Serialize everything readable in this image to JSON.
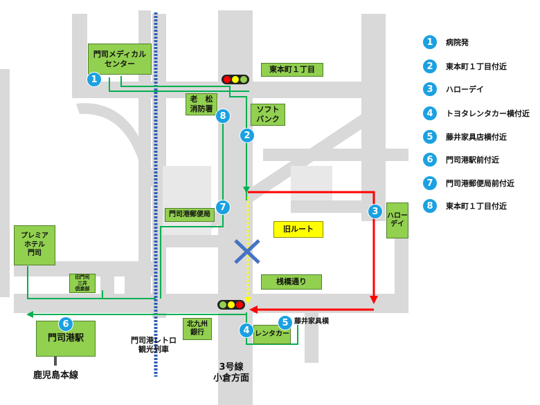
{
  "places": {
    "medical_center": "門司メディカル\nセンター",
    "higashi_honmachi": "東本町１丁目",
    "fire_station": "老　松\n消防署",
    "softbank": "ソフト\nバンク",
    "post_office": "門司港郵便局",
    "hello_day": "ハロー\nデイ",
    "premier_hotel": "プレミア\nホテル\n門司",
    "former_station": "旧門司\n三井\n倶楽部",
    "kitakyushu_bank": "北九州\n銀行",
    "rental_car": "レンタカー",
    "mojiko_station": "門司港駅",
    "old_route": "旧ルート",
    "sankyo_street": "桟橋通り",
    "fujii_furniture": "藤井家具横",
    "retro_train": "門司港レトロ\n観光列車",
    "route3": "3号線\n小倉方面",
    "kagoshima_line": "鹿児島本線"
  },
  "legend": [
    {
      "num": "1",
      "label": "病院発"
    },
    {
      "num": "2",
      "label": "東本町１丁目付近"
    },
    {
      "num": "3",
      "label": "ハローデイ"
    },
    {
      "num": "4",
      "label": "トヨタレンタカー横付近"
    },
    {
      "num": "5",
      "label": "藤井家具店横付近"
    },
    {
      "num": "6",
      "label": "門司港駅前付近"
    },
    {
      "num": "7",
      "label": "門司港郵便局前付近"
    },
    {
      "num": "8",
      "label": "東本町１丁目付近"
    }
  ],
  "colors": {
    "road": "#d9d9d9",
    "building_box": "#92d050",
    "route": "#00b050",
    "detour": "#ff0000",
    "old_route_line": "#ffff00",
    "stop_marker": "#1ba1e2",
    "railway": "#2e5fb5",
    "cross": "#4472c4"
  }
}
